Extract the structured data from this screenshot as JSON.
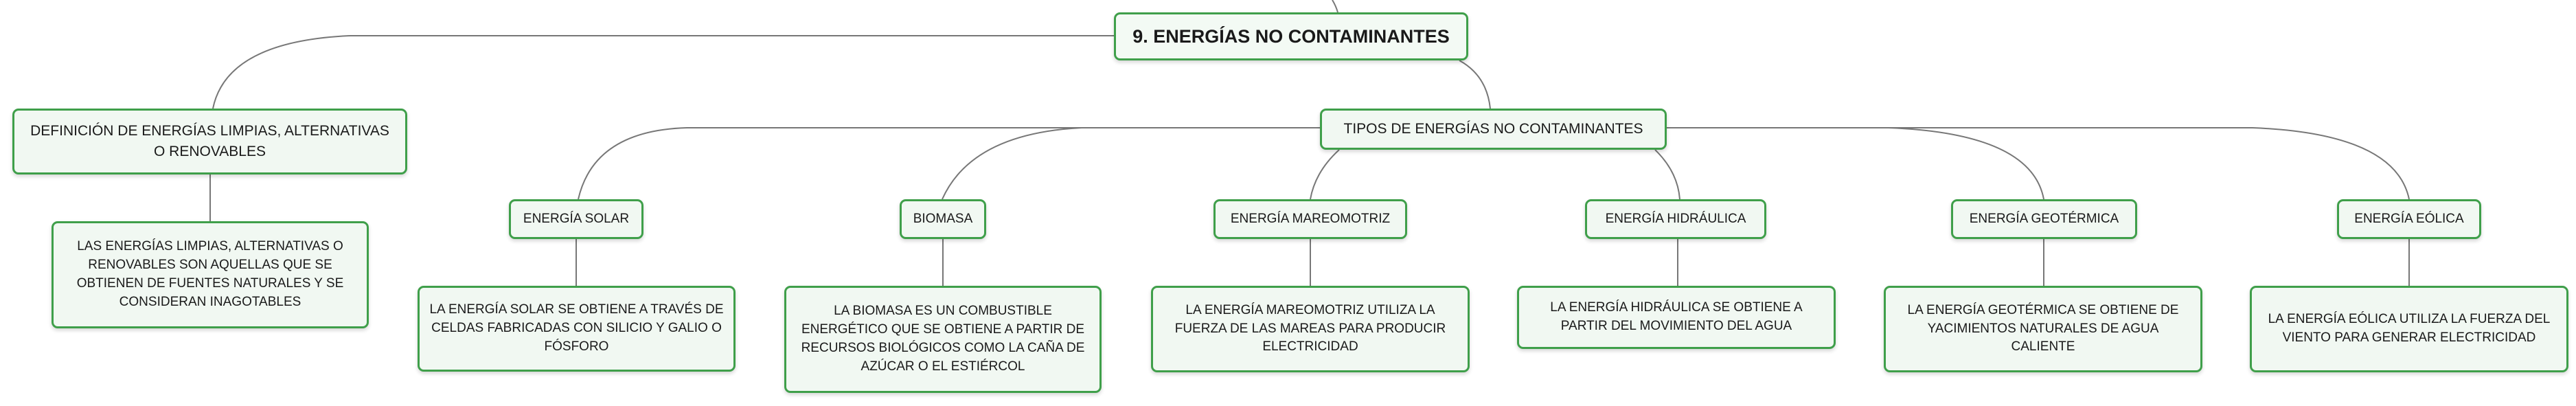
{
  "colors": {
    "border": "#3f9f4a",
    "fill": "#f1f8f2",
    "connector": "#777777"
  },
  "root": {
    "label": "9. ENERGÍAS NO CONTAMINANTES"
  },
  "definition": {
    "label": "DEFINICIÓN DE ENERGÍAS LIMPIAS, ALTERNATIVAS O RENOVABLES",
    "detail": "LAS ENERGÍAS LIMPIAS, ALTERNATIVAS O RENOVABLES SON AQUELLAS QUE SE OBTIENEN DE FUENTES NATURALES Y SE CONSIDERAN INAGOTABLES"
  },
  "types": {
    "label": "TIPOS DE ENERGÍAS NO CONTAMINANTES",
    "items": [
      {
        "label": "ENERGÍA SOLAR",
        "detail": "LA ENERGÍA SOLAR SE OBTIENE A TRAVÉS DE CELDAS FABRICADAS CON SILICIO Y GALIO O FÓSFORO"
      },
      {
        "label": "BIOMASA",
        "detail": "LA BIOMASA ES UN COMBUSTIBLE ENERGÉTICO QUE SE OBTIENE A PARTIR DE RECURSOS BIOLÓGICOS COMO LA CAÑA DE AZÚCAR O EL ESTIÉRCOL"
      },
      {
        "label": "ENERGÍA MAREOMOTRIZ",
        "detail": "LA ENERGÍA MAREOMOTRIZ UTILIZA LA FUERZA DE LAS MAREAS PARA PRODUCIR ELECTRICIDAD"
      },
      {
        "label": "ENERGÍA HIDRÁULICA",
        "detail": "LA ENERGÍA HIDRÁULICA SE OBTIENE A PARTIR DEL MOVIMIENTO DEL AGUA"
      },
      {
        "label": "ENERGÍA GEOTÉRMICA",
        "detail": "LA ENERGÍA GEOTÉRMICA SE OBTIENE DE YACIMIENTOS NATURALES DE AGUA CALIENTE"
      },
      {
        "label": "ENERGÍA EÓLICA",
        "detail": "LA ENERGÍA EÓLICA UTILIZA LA FUERZA DEL VIENTO PARA GENERAR ELECTRICIDAD"
      }
    ]
  }
}
